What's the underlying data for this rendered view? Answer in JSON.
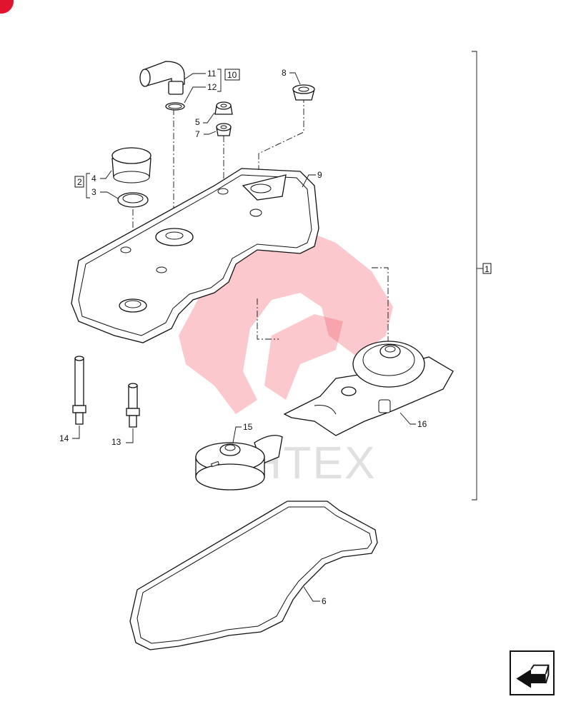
{
  "corner_badge": {
    "color": "#e0142e"
  },
  "watermark": {
    "text": "ИНТЕХ",
    "color": "#f06070"
  },
  "callouts": {
    "c1": "1",
    "c2": "2",
    "c3": "3",
    "c4": "4",
    "c5": "5",
    "c6": "6",
    "c7": "7",
    "c8": "8",
    "c9": "9",
    "c10": "10",
    "c11": "11",
    "c12": "12",
    "c13": "13",
    "c14": "14",
    "c15": "15",
    "c16": "16"
  },
  "nav_button": {
    "icon": "arrow-back-icon"
  }
}
